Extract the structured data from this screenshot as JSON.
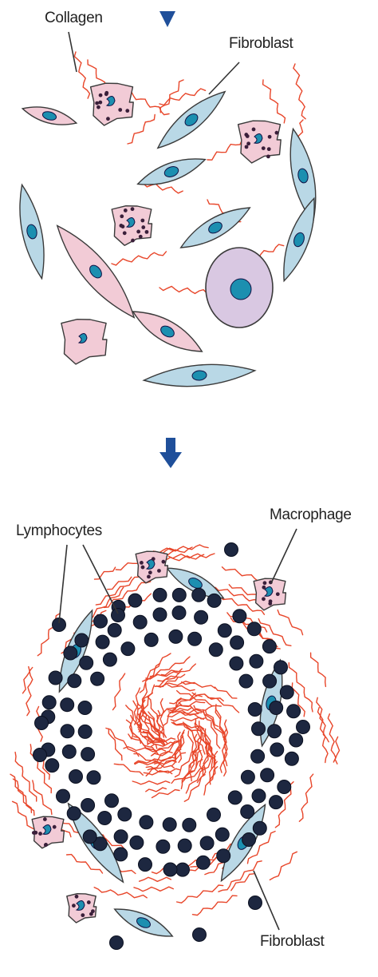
{
  "labels": {
    "collagen": "Collagen",
    "fibroblast_top": "Fibroblast",
    "lymphocytes": "Lymphocytes",
    "macrophage": "Macrophage",
    "fibroblast_bottom": "Fibroblast"
  },
  "icons": {
    "arrow": "down-arrow-icon"
  },
  "colors": {
    "arrow": "#1f4f9a",
    "collagen": "#e8462a",
    "fibroblast_fill": "#b9d8e6",
    "pink_cell_fill": "#f2cbd6",
    "nucleus": "#1c8fb0",
    "lymphocyte": "#1d2740",
    "outline": "#3a3a3a"
  }
}
